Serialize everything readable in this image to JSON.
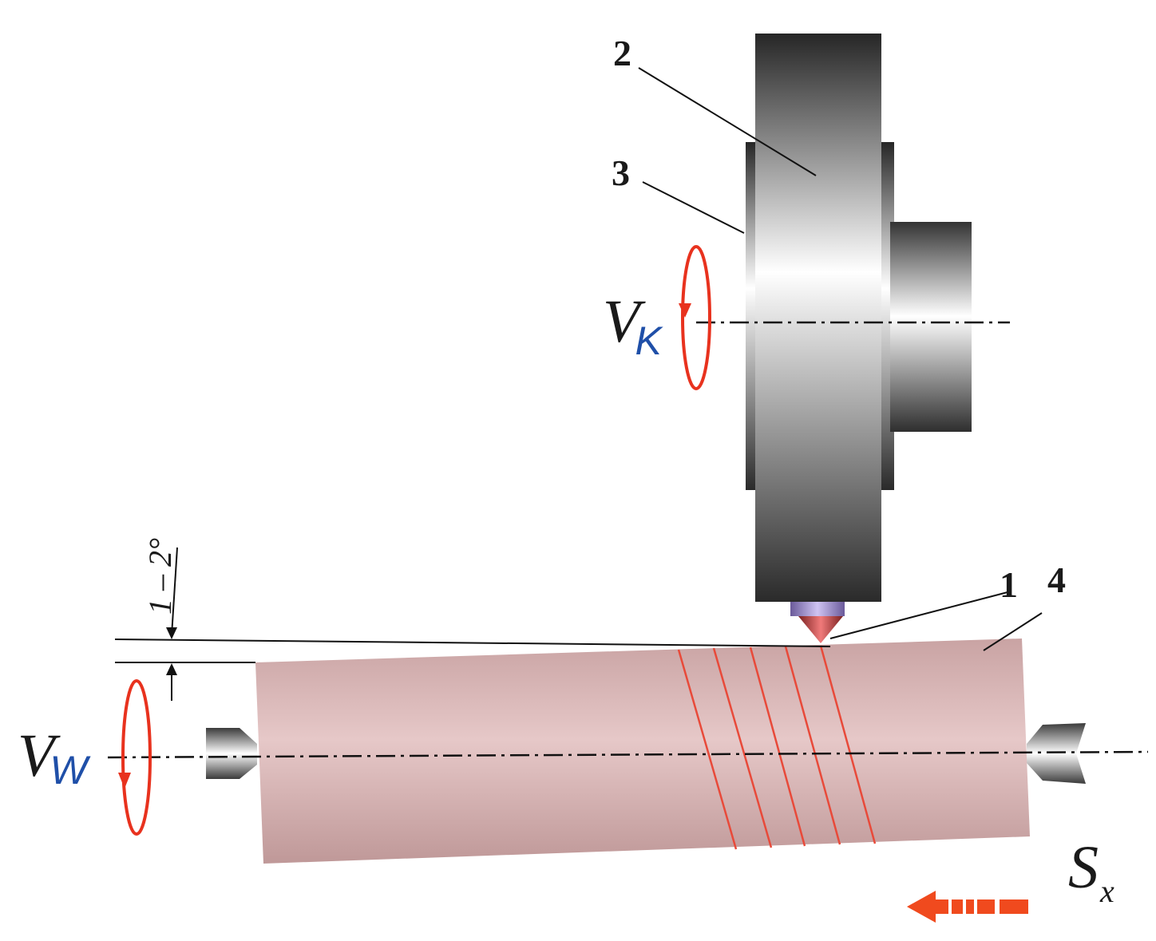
{
  "labels": {
    "callout_1": "1",
    "callout_2": "2",
    "callout_3": "3",
    "callout_4": "4",
    "vk_main": "V",
    "vk_sub": "K",
    "vw_main": "V",
    "vw_sub": "W",
    "sx_main": "S",
    "sx_sub": "x",
    "angle": "1 – 2°"
  },
  "colors": {
    "accent_red": "#e8321e",
    "workpiece_fill": "#d9b3b3",
    "subscript_blue": "#1f4fa8"
  }
}
